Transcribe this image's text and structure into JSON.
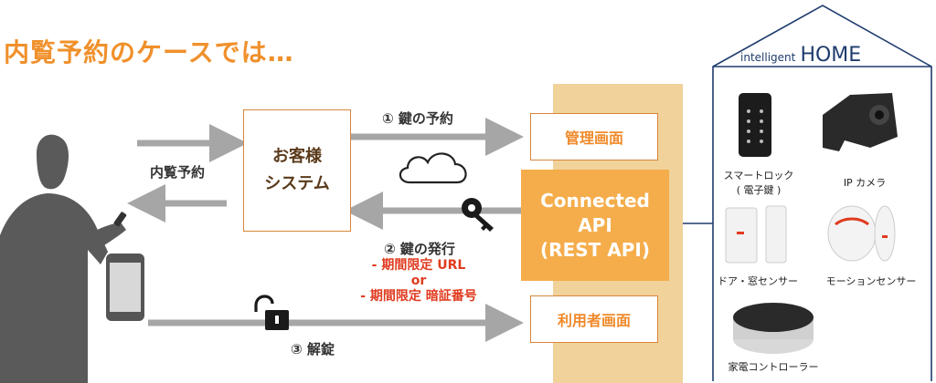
{
  "title": "内覧予約のケースでは…",
  "customer_system": {
    "line1": "お客様",
    "line2": "システム"
  },
  "labels": {
    "preview_booking": "内覧予約",
    "step1": "① 鍵の予約",
    "step2": "② 鍵の発行",
    "step3": "③ 解錠",
    "step2_details": [
      "- 期間限定 URL",
      "or",
      "- 期間限定 暗証番号"
    ]
  },
  "admin_screen": "管理画面",
  "user_screen": "利用者画面",
  "api": {
    "line1": "Connected",
    "line2": "API",
    "line3": "(REST API)"
  },
  "home": {
    "prefix": "intelligent",
    "name": "HOME"
  },
  "devices": [
    {
      "caption_line1": "スマートロック",
      "caption_line2": "( 電子鍵 )",
      "icon": "smart-lock-icon"
    },
    {
      "caption_line1": "IP カメラ",
      "caption_line2": "",
      "icon": "ip-camera-icon"
    },
    {
      "caption_line1": "ドア・窓センサー",
      "caption_line2": "",
      "icon": "door-window-sensor-icon"
    },
    {
      "caption_line1": "モーションセンサー",
      "caption_line2": "",
      "icon": "motion-sensor-icon"
    },
    {
      "caption_line1": "家電コントローラー",
      "caption_line2": "",
      "icon": "appliance-controller-icon"
    }
  ],
  "colors": {
    "accent": "#f0902b",
    "api_bg": "#f5ad4b",
    "panel": "#f0d29a",
    "arrow": "#a6a6a6",
    "red": "#e03b1f",
    "house": "#1f3c6e"
  }
}
